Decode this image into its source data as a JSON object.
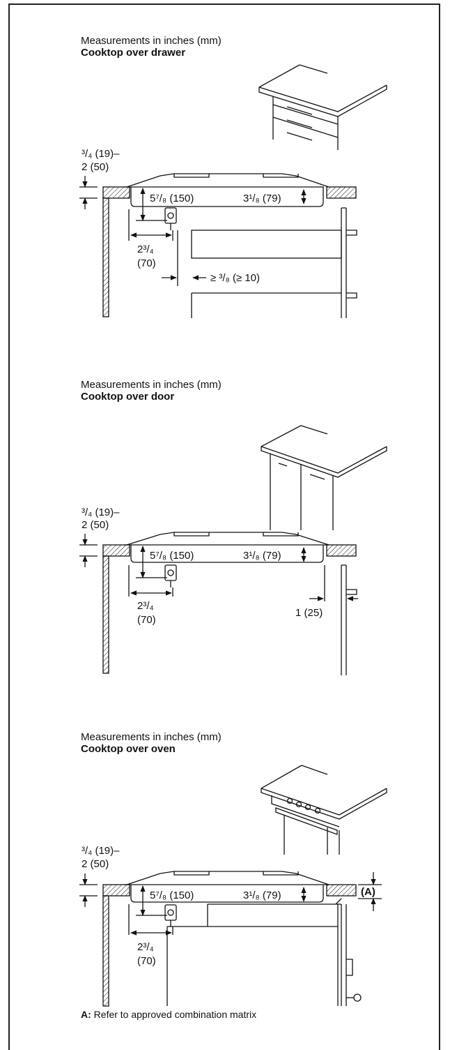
{
  "sections": [
    {
      "measure_label": "Measurements in inches (mm)",
      "title": "Cooktop over drawer",
      "dim_top": "³/₄ (19)–",
      "dim_top2": "2 (50)",
      "dim_depth": "5⁷/₈ (150)",
      "dim_cut": "3¹/₈ (79)",
      "dim_side": "2³/₄",
      "dim_side_mm": "(70)",
      "dim_gap": "≥ ³/₈ (≥ 10)"
    },
    {
      "measure_label": "Measurements in inches (mm)",
      "title": "Cooktop over door",
      "dim_top": "³/₄ (19)–",
      "dim_top2": "2 (50)",
      "dim_depth": "5⁷/₈ (150)",
      "dim_cut": "3¹/₈ (79)",
      "dim_side": "2³/₄",
      "dim_side_mm": "(70)",
      "dim_gap": "1 (25)"
    },
    {
      "measure_label": "Measurements in inches (mm)",
      "title": "Cooktop over oven",
      "dim_top": "³/₄ (19)–",
      "dim_top2": "2 (50)",
      "dim_depth": "5⁷/₈ (150)",
      "dim_cut": "3¹/₈ (79)",
      "dim_side": "2³/₄",
      "dim_side_mm": "(70)",
      "dim_a": "(A)"
    }
  ],
  "note": {
    "key": "A:",
    "text": " Refer to approved combination matrix"
  }
}
